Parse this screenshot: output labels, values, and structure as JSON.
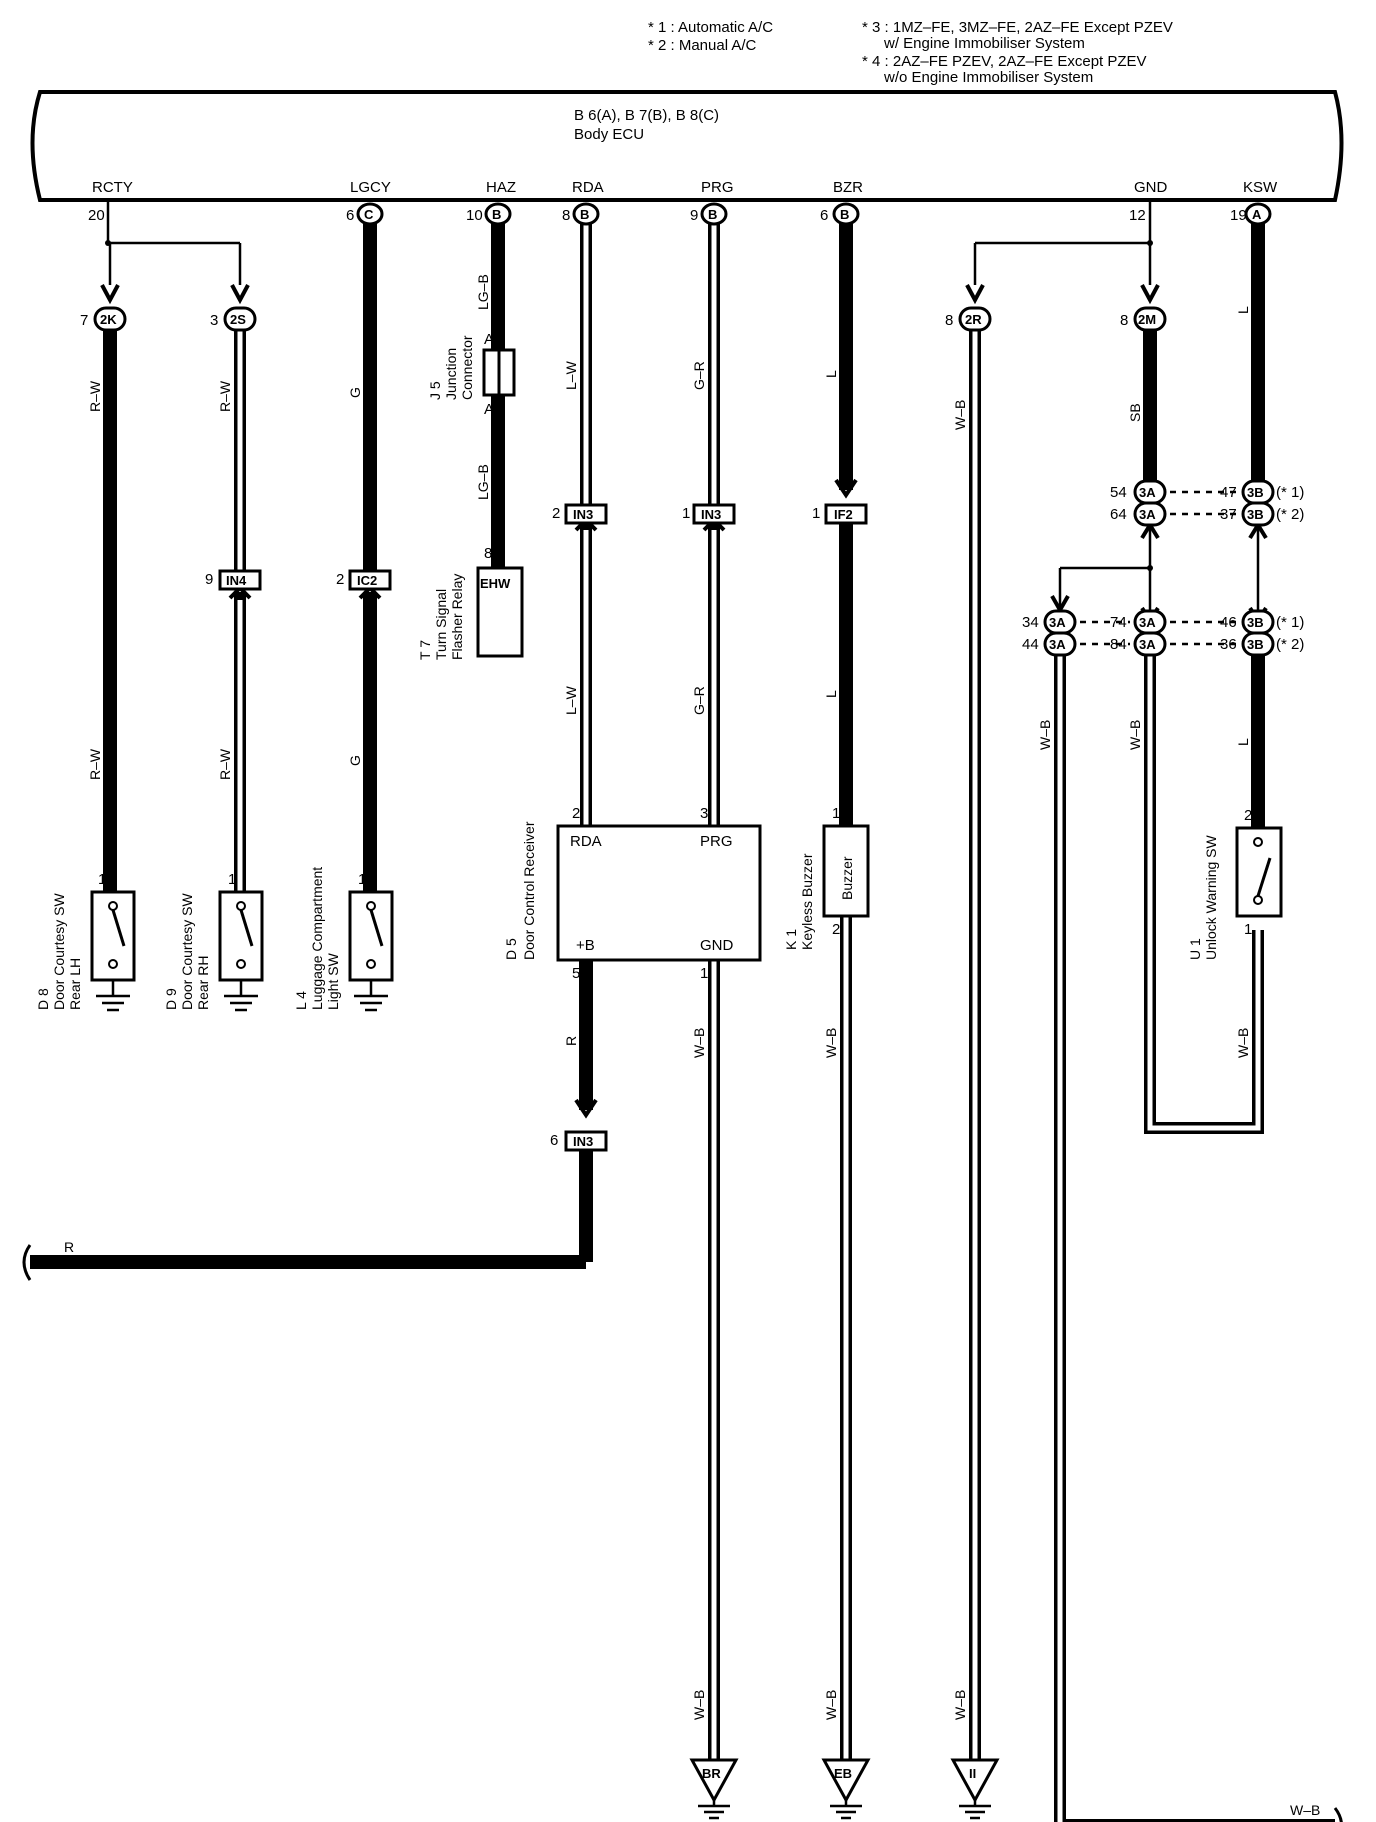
{
  "notes": {
    "n1": "* 1 : Automatic A/C",
    "n2": "* 2 : Manual A/C",
    "n3a": "* 3 : 1MZ–FE, 3MZ–FE, 2AZ–FE Except PZEV",
    "n3b": "w/ Engine Immobiliser System",
    "n4a": "* 4 : 2AZ–FE PZEV, 2AZ–FE Except PZEV",
    "n4b": "w/o Engine Immobiliser System"
  },
  "ecu": {
    "connectors": "B 6(A), B 7(B), B 8(C)",
    "name": "Body ECU",
    "terminals": {
      "rcty": {
        "name": "RCTY",
        "pin": "20"
      },
      "lgcy": {
        "name": "LGCY",
        "pin": "6",
        "conn": "C"
      },
      "haz": {
        "name": "HAZ",
        "pin": "10",
        "conn": "B"
      },
      "rda": {
        "name": "RDA",
        "pin": "8",
        "conn": "B"
      },
      "prg": {
        "name": "PRG",
        "pin": "9",
        "conn": "B"
      },
      "bzr": {
        "name": "BZR",
        "pin": "6",
        "conn": "B"
      },
      "gnd": {
        "name": "GND",
        "pin": "12"
      },
      "ksw": {
        "name": "KSW",
        "pin": "19",
        "conn": "A"
      }
    }
  },
  "connectors": {
    "c2k": {
      "pin": "7",
      "id": "2K"
    },
    "c2s": {
      "pin": "3",
      "id": "2S"
    },
    "c2r": {
      "pin": "8",
      "id": "2R"
    },
    "c2m": {
      "pin": "8",
      "id": "2M"
    },
    "in4": {
      "pin": "9",
      "id": "IN4"
    },
    "ic2": {
      "pin": "2",
      "id": "IC2"
    },
    "in3a": {
      "pin": "2",
      "id": "IN3"
    },
    "in3b": {
      "pin": "1",
      "id": "IN3"
    },
    "if2": {
      "pin": "1",
      "id": "IF2"
    },
    "in3c": {
      "pin": "6",
      "id": "IN3"
    },
    "r1a": {
      "pin": "54",
      "id": "3A"
    },
    "r1b": {
      "pin": "47",
      "id": "3B",
      "note": "(* 1)"
    },
    "r2a": {
      "pin": "64",
      "id": "3A"
    },
    "r2b": {
      "pin": "37",
      "id": "3B",
      "note": "(* 2)"
    },
    "r3a": {
      "pin": "34",
      "id": "3A"
    },
    "r3b": {
      "pin": "74",
      "id": "3A"
    },
    "r3c": {
      "pin": "46",
      "id": "3B",
      "note": "(* 1)"
    },
    "r4a": {
      "pin": "44",
      "id": "3A"
    },
    "r4b": {
      "pin": "84",
      "id": "3A"
    },
    "r4c": {
      "pin": "36",
      "id": "3B",
      "note": "(* 2)"
    }
  },
  "wires": {
    "rw": "R–W",
    "g": "G",
    "lgb": "LG–B",
    "lw": "L–W",
    "gr": "G–R",
    "l": "L",
    "wb": "W–B",
    "sb": "SB",
    "r": "R"
  },
  "components": {
    "d8": {
      "code": "D 8",
      "name1": "Door Courtesy SW",
      "name2": "Rear LH",
      "pin": "1"
    },
    "d9": {
      "code": "D 9",
      "name1": "Door Courtesy SW",
      "name2": "Rear RH",
      "pin": "1"
    },
    "l4": {
      "code": "L 4",
      "name1": "Luggage Compartment",
      "name2": "Light SW",
      "pin": "1"
    },
    "j5": {
      "code": "J 5",
      "name1": "Junction",
      "name2": "Connector",
      "pinTop": "A",
      "pinBottom": "A"
    },
    "t7": {
      "code": "T 7",
      "name1": "Turn Signal",
      "name2": "Flasher Relay",
      "pin": "8",
      "label": "EHW"
    },
    "d5": {
      "code": "D 5",
      "name": "Door Control Receiver",
      "tRDA": "RDA",
      "tPRG": "PRG",
      "tB": "+B",
      "tGND": "GND",
      "pRDA": "2",
      "pPRG": "3",
      "pB": "5",
      "pGND": "1"
    },
    "k1": {
      "code": "K 1",
      "name": "Keyless Buzzer",
      "label": "Buzzer",
      "pinTop": "1",
      "pinBottom": "2"
    },
    "u1": {
      "code": "U 1",
      "name": "Unlock Warning SW",
      "pinTop": "2",
      "pinBottom": "1"
    }
  },
  "grounds": {
    "br": "BR",
    "eb": "EB",
    "ii": "II"
  }
}
